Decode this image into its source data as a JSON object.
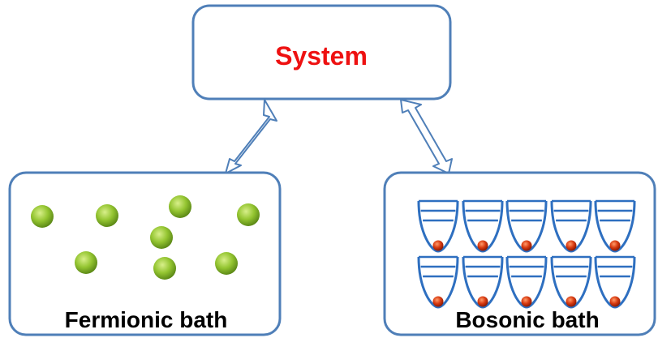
{
  "system": {
    "label": "System",
    "label_color": "#ee1111"
  },
  "fermionic_bath": {
    "label": "Fermionic bath",
    "particle_color": "#8cbf2a"
  },
  "bosonic_bath": {
    "label": "Bosonic bath",
    "well_color": "#2e6fc0",
    "particle_color": "#d83a10"
  },
  "colors": {
    "box_border": "#4f7fb8",
    "arrow_stroke": "#4f7fb8"
  },
  "icons": [
    "double-arrow-icon",
    "particle-icon",
    "potential-well-icon"
  ]
}
